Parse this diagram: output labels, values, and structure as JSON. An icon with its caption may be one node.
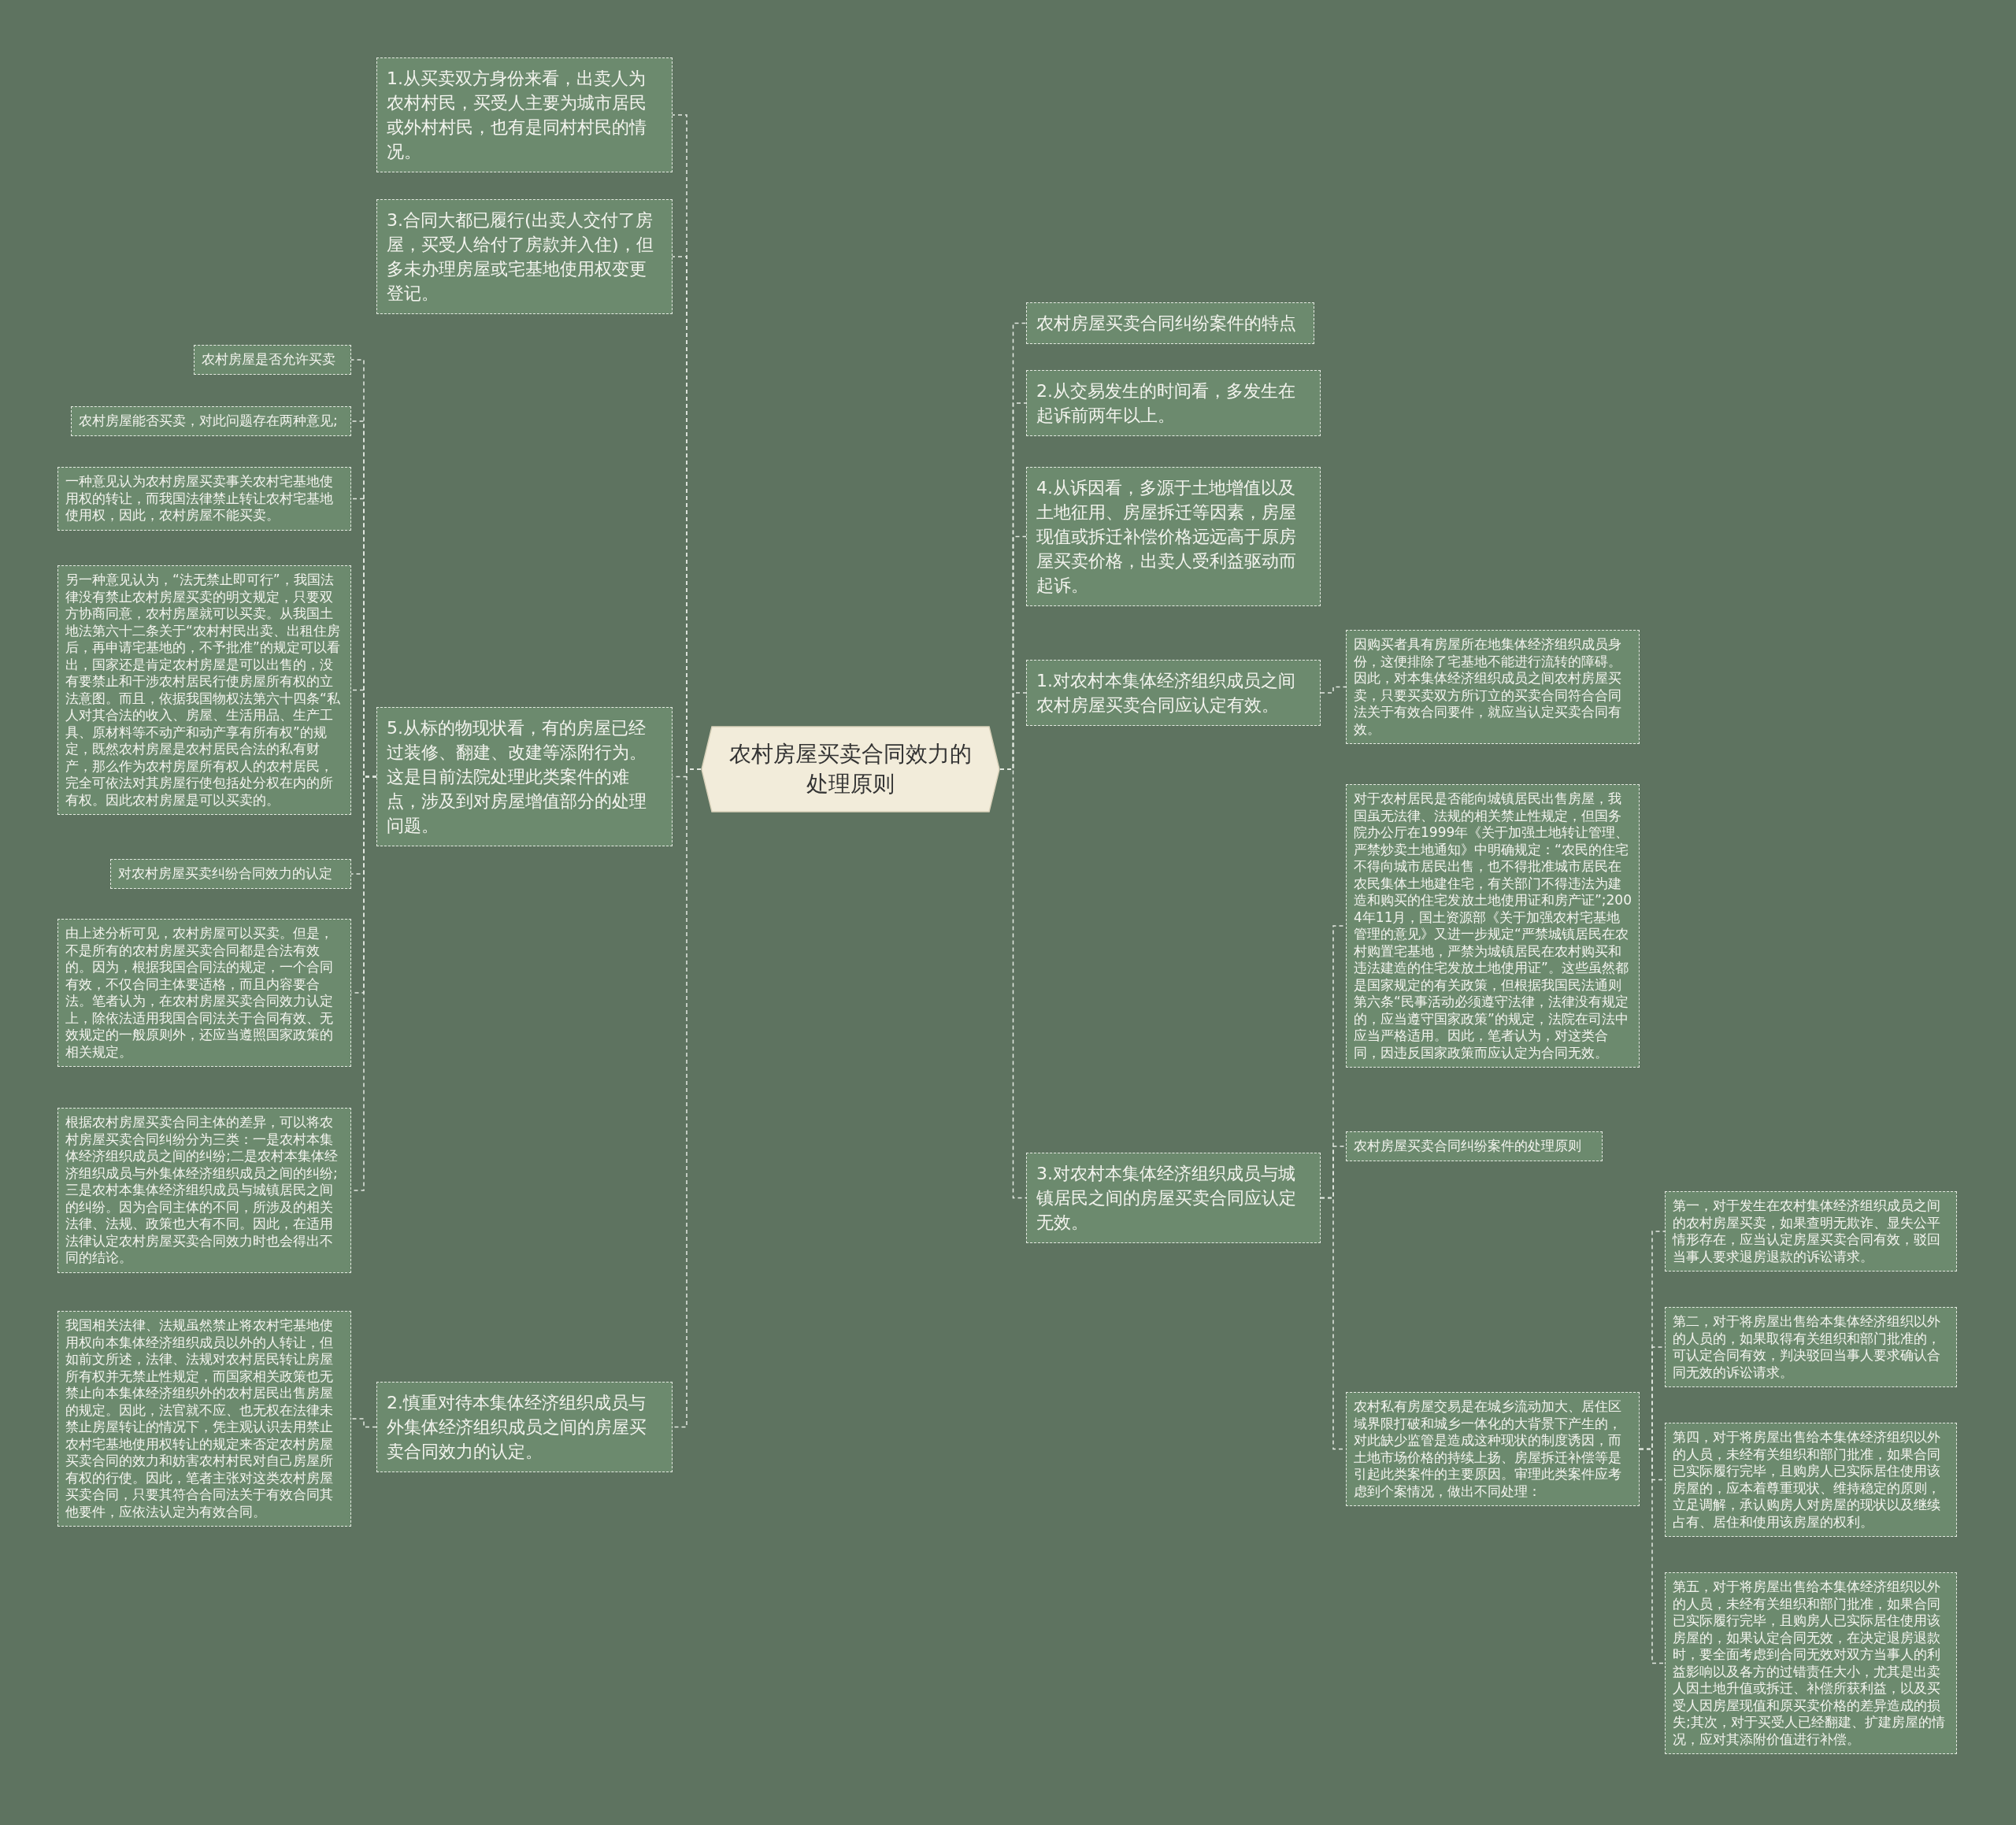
{
  "diagram": {
    "nodes": [
      {
        "text": [
          "农村房屋买卖合同效力的处理原则"
        ]
      },
      {
        "text": [
          "1.从买卖双方身份来看，出卖人为农村村民，买受人主要为城市居民或外村村民，也有是同村村民的情况。"
        ]
      },
      {
        "text": [
          "3.合同大都已履行(出卖人交付了房屋，买受人给付了房款并入住)，但多未办理房屋或宅基地使用权变更登记。"
        ]
      },
      {
        "text": [
          "5.从标的物现状看，有的房屋已经过装修、翻建、改建等添附行为。这是目前法院处理此类案件的难点，涉及到对房屋增值部分的处理问题。"
        ]
      },
      {
        "text": [
          "农村房屋是否允许买卖"
        ]
      },
      {
        "text": [
          "农村房屋能否买卖，对此问题存在两种意见;"
        ]
      },
      {
        "text": [
          "一种意见认为农村房屋买卖事关农村宅基地使用权的转让，而我国法律禁止转让农村宅基地使用权，因此，农村房屋不能买卖。"
        ]
      },
      {
        "text": [
          "另一种意见认为，“法无禁止即可行”，我国法律没有禁止农村房屋买卖的明文规定，只要双方协商同意，农村房屋就可以买卖。从我国土地法第六十二条关于“农村村民出卖、出租住房后，再申请宅基地的，不予批准”的规定可以看出，国家还是肯定农村房屋是可以出售的，没有要禁止和干涉农村居民行使房屋所有权的立法意图。而且，依据我国物权法第六十四条“私人对其合法的收入、房屋、生活用品、生产工具、原材料等不动产和动产享有所有权”的规定，既然农村房屋是农村居民合法的私有财产，那么作为农村房屋所有权人的农村居民，完全可依法对其房屋行使包括处分权在内的所有权。因此农村房屋是可以买卖的。"
        ]
      },
      {
        "text": [
          "对农村房屋买卖纠纷合同效力的认定"
        ]
      },
      {
        "text": [
          "由上述分析可见，农村房屋可以买卖。但是，不是所有的农村房屋买卖合同都是合法有效的。因为，根据我国合同法的规定，一个合同有效，不仅合同主体要适格，而且内容要合法。笔者认为，在农村房屋买卖合同效力认定上，除依法适用我国合同法关于合同有效、无效规定的一般原则外，还应当遵照国家政策的相关规定。"
        ]
      },
      {
        "text": [
          "根据农村房屋买卖合同主体的差异，可以将农村房屋买卖合同纠纷分为三类：一是农村本集体经济组织成员之间的纠纷;二是农村本集体经济组织成员与外集体经济组织成员之间的纠纷;三是农村本集体经济组织成员与城镇居民之间的纠纷。因为合同主体的不同，所涉及的相关法律、法规、政策也大有不同。因此，在适用法律认定农村房屋买卖合同效力时也会得出不同的结论。"
        ]
      },
      {
        "text": [
          "2.慎重对待本集体经济组织成员与外集体经济组织成员之间的房屋买卖合同效力的认定。"
        ]
      },
      {
        "text": [
          "我国相关法律、法规虽然禁止将农村宅基地使用权向本集体经济组织成员以外的人转让，但如前文所述，法律、法规对农村居民转让房屋所有权并无禁止性规定，而国家相关政策也无禁止向本集体经济组织外的农村居民出售房屋的规定。因此，法官就不应、也无权在法律未禁止房屋转让的情况下，凭主观认识去用禁止农村宅基地使用权转让的规定来否定农村房屋买卖合同的效力和妨害农村村民对自己房屋所有权的行使。因此，笔者主张对这类农村房屋买卖合同，只要其符合合同法关于有效合同其他要件，应依法认定为有效合同。"
        ]
      },
      {
        "text": [
          "农村房屋买卖合同纠纷案件的特点"
        ]
      },
      {
        "text": [
          "2.从交易发生的时间看，多发生在起诉前两年以上。"
        ]
      },
      {
        "text": [
          "4.从诉因看，多源于土地增值以及土地征用、房屋拆迁等因素，房屋现值或拆迁补偿价格远远高于原房屋买卖价格，出卖人受利益驱动而起诉。"
        ]
      },
      {
        "text": [
          "1.对农村本集体经济组织成员之间农村房屋买卖合同应认定有效。"
        ]
      },
      {
        "text": [
          "因购买者具有房屋所在地集体经济组织成员身份，这便排除了宅基地不能进行流转的障碍。因此，对本集体经济组织成员之间农村房屋买卖，只要买卖双方所订立的买卖合同符合合同法关于有效合同要件，就应当认定买卖合同有效。"
        ]
      },
      {
        "text": [
          "3.对农村本集体经济组织成员与城镇居民之间的房屋买卖合同应认定无效。"
        ]
      },
      {
        "text": [
          "对于农村居民是否能向城镇居民出售房屋，我国虽无法律、法规的相关禁止性规定，但国务院办公厅在1999年《关于加强土地转让管理、严禁炒卖土地通知》中明确规定：“农民的住宅不得向城市居民出售，也不得批准城市居民在农民集体土地建住宅，有关部门不得违法为建造和购买的住宅发放土地使用证和房产证”;2004年11月，国土资源部《关于加强农村宅基地管理的意见》又进一步规定“严禁城镇居民在农村购置宅基地，严禁为城镇居民在农村购买和违法建造的住宅发放土地使用证”。这些虽然都是国家规定的有关政策，但根据我国民法通则第六条“民事活动必须遵守法律，法律没有规定的，应当遵守国家政策”的规定，法院在司法中应当严格适用。因此，笔者认为，对这类合同，因违反国家政策而应认定为合同无效。"
        ]
      },
      {
        "text": [
          "农村房屋买卖合同纠纷案件的处理原则"
        ]
      },
      {
        "text": [
          "农村私有房屋交易是在城乡流动加大、居住区域界限打破和城乡一体化的大背景下产生的，对此缺少监管是造成这种现状的制度诱因，而土地市场价格的持续上扬、房屋拆迁补偿等是引起此类案件的主要原因。审理此类案件应考虑到个案情况，做出不同处理："
        ]
      },
      {
        "text": [
          "第一，对于发生在农村集体经济组织成员之间的农村房屋买卖，如果查明无欺诈、显失公平情形存在，应当认定房屋买卖合同有效，驳回当事人要求退房退款的诉讼请求。"
        ]
      },
      {
        "text": [
          "第二，对于将房屋出售给本集体经济组织以外的人员的，如果取得有关组织和部门批准的，可认定合同有效，判决驳回当事人要求确认合同无效的诉讼请求。"
        ]
      },
      {
        "text": [
          "第四，对于将房屋出售给本集体经济组织以外的人员，未经有关组织和部门批准，如果合同已实际履行完毕，且购房人已实际居住使用该房屋的，应本着尊重现状、维持稳定的原则，立足调解，承认购房人对房屋的现状以及继续占有、居住和使用该房屋的权利。"
        ]
      },
      {
        "text": [
          "第五，对于将房屋出售给本集体经济组织以外的人员，未经有关组织和部门批准，如果合同已实际履行完毕，且购房人已实际居住使用该房屋的，如果认定合同无效，在决定退房退款时，要全面考虑到合同无效对双方当事人的利益影响以及各方的过错责任大小，尤其是出卖人因土地升值或拆迁、补偿所获利益，以及买受人因房屋现值和原买卖价格的差异造成的损失;其次，对于买受人已经翻建、扩建房屋的情况，应对其添附价值进行补偿。"
        ]
      }
    ],
    "edges": [
      {
        "from": 0,
        "to": 1,
        "arrow": "none"
      },
      {
        "from": 0,
        "to": 2,
        "arrow": "none"
      },
      {
        "from": 0,
        "to": 3,
        "arrow": "none"
      },
      {
        "from": 3,
        "to": 4,
        "arrow": "none"
      },
      {
        "from": 3,
        "to": 5,
        "arrow": "none"
      },
      {
        "from": 3,
        "to": 6,
        "arrow": "none"
      },
      {
        "from": 3,
        "to": 7,
        "arrow": "none"
      },
      {
        "from": 3,
        "to": 8,
        "arrow": "none"
      },
      {
        "from": 3,
        "to": 9,
        "arrow": "none"
      },
      {
        "from": 3,
        "to": 10,
        "arrow": "none"
      },
      {
        "from": 0,
        "to": 11,
        "arrow": "none"
      },
      {
        "from": 11,
        "to": 12,
        "arrow": "none"
      },
      {
        "from": 0,
        "to": 13,
        "arrow": "none"
      },
      {
        "from": 0,
        "to": 14,
        "arrow": "none"
      },
      {
        "from": 0,
        "to": 15,
        "arrow": "none"
      },
      {
        "from": 0,
        "to": 16,
        "arrow": "none"
      },
      {
        "from": 16,
        "to": 17,
        "arrow": "none"
      },
      {
        "from": 0,
        "to": 18,
        "arrow": "none"
      },
      {
        "from": 18,
        "to": 19,
        "arrow": "none"
      },
      {
        "from": 18,
        "to": 20,
        "arrow": "none"
      },
      {
        "from": 18,
        "to": 21,
        "arrow": "none"
      },
      {
        "from": 21,
        "to": 22,
        "arrow": "none"
      },
      {
        "from": 21,
        "to": 23,
        "arrow": "none"
      },
      {
        "from": 21,
        "to": 24,
        "arrow": "none"
      },
      {
        "from": 21,
        "to": 25,
        "arrow": "none"
      }
    ]
  }
}
